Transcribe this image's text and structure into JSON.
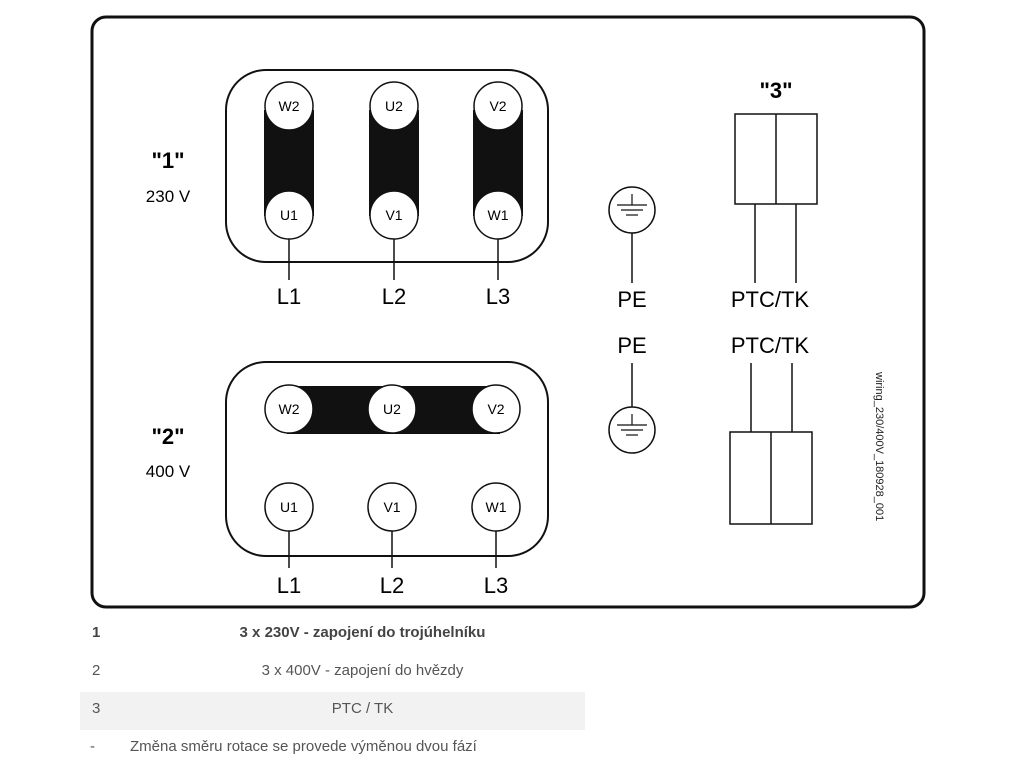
{
  "sections": [
    {
      "label": "\"1\"",
      "voltage": "230 V",
      "top_terminals": [
        "W2",
        "U2",
        "V2"
      ],
      "bottom_terminals": [
        "U1",
        "V1",
        "W1"
      ],
      "lines": [
        "L1",
        "L2",
        "L3"
      ]
    },
    {
      "label": "\"2\"",
      "voltage": "400 V",
      "top_terminals": [
        "W2",
        "U2",
        "V2"
      ],
      "bottom_terminals": [
        "U1",
        "V1",
        "W1"
      ],
      "lines": [
        "L1",
        "L2",
        "L3"
      ]
    }
  ],
  "pe": {
    "label_top": "PE",
    "label_bottom": "PE"
  },
  "ptc": {
    "section_label": "\"3\"",
    "label_top": "PTC/TK",
    "label_bottom": "PTC/TK"
  },
  "side_text": "wiring_230/400V_180928_001",
  "legend": [
    {
      "num": "1",
      "text": "3 x 230V - zapojení do trojúhelníku"
    },
    {
      "num": "2",
      "text": "3 x 400V - zapojení do hvězdy"
    },
    {
      "num": "3",
      "text": "PTC / TK"
    }
  ],
  "note": {
    "bullet": "-",
    "text": "Změna směru rotace se provede výměnou dvou fází"
  }
}
